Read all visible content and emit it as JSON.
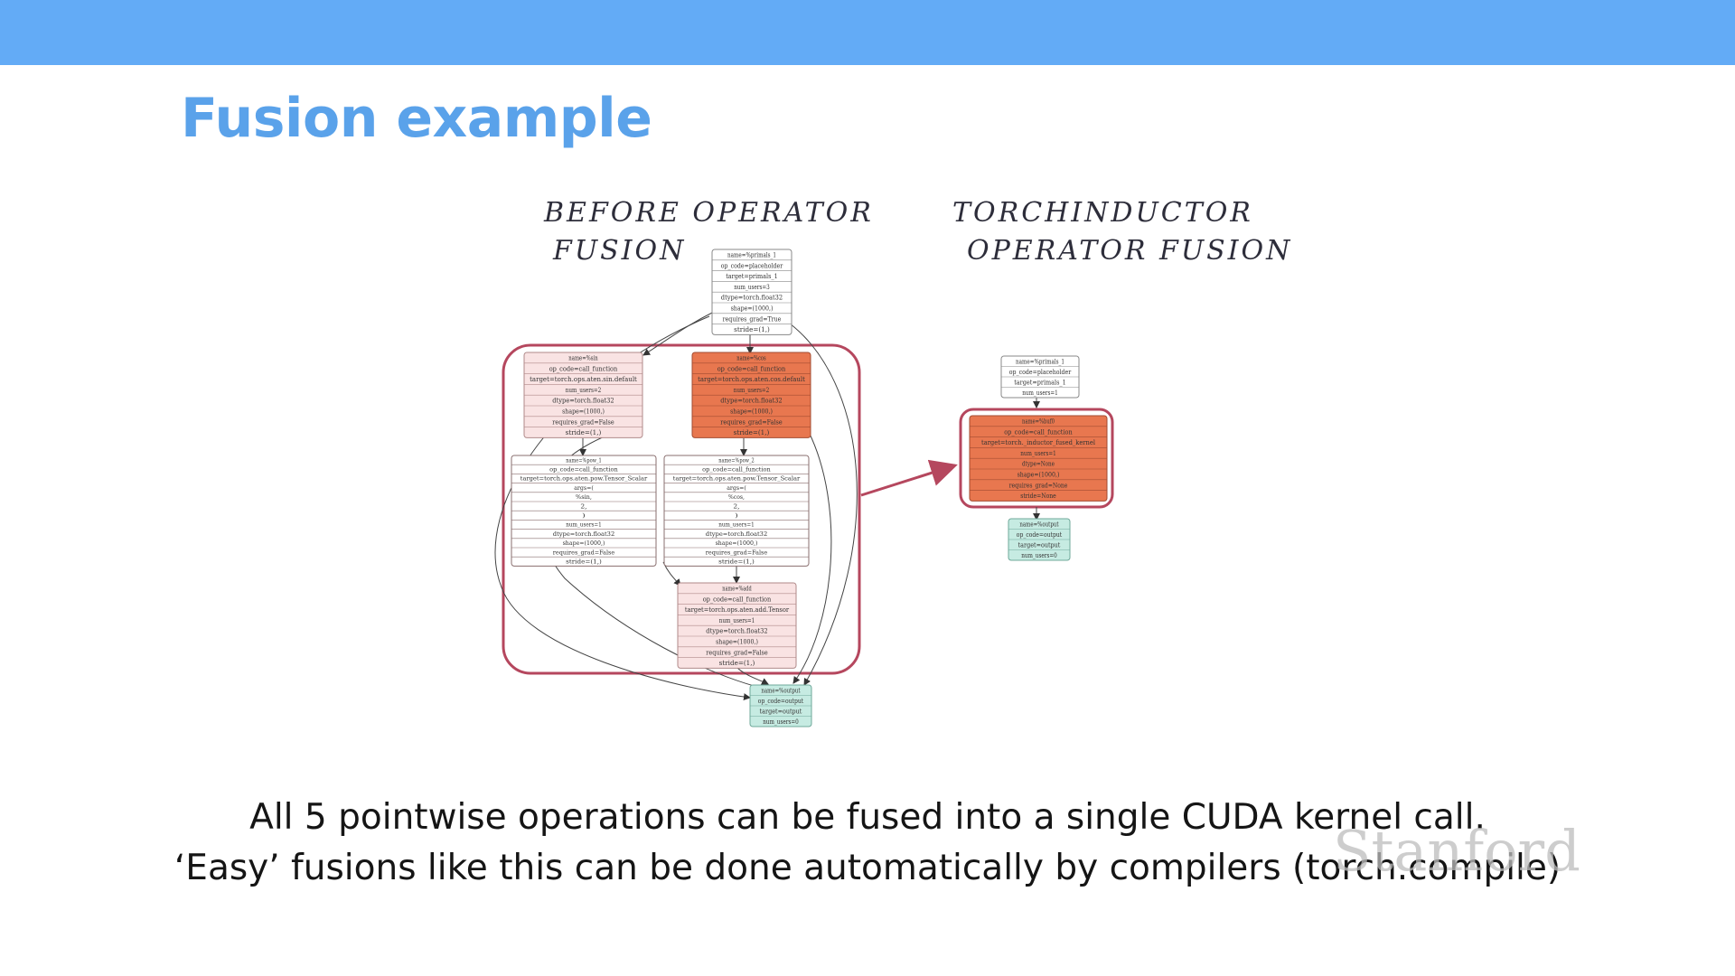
{
  "slide": {
    "title": "Fusion example",
    "label_before_line1": "BEFORE OPERATOR",
    "label_before_line2": "FUSION",
    "label_after_line1": "TORCHINDUCTOR",
    "label_after_line2": "OPERATOR FUSION",
    "caption_line1": "All 5 pointwise operations can be fused into a single CUDA kernel call.",
    "caption_line2": "‘Easy’ fusions like this can be done automatically by compilers (torch.compile)",
    "watermark": "Stanford"
  },
  "colors": {
    "header_bar": "#63abf6",
    "title": "#5aa2ea",
    "fusion_border": "#b5475e",
    "op_light": "#f9e3e3",
    "op_highlight": "#e8774f",
    "output_node": "#c6ebe2"
  },
  "nodes": {
    "input_before": [
      "name=%primals_1",
      "op_code=placeholder",
      "target=primals_1",
      "num_users=3",
      "dtype=torch.float32",
      "shape=(1000,)",
      "requires_grad=True",
      "stride=(1,)"
    ],
    "sin": [
      "name=%sin",
      "op_code=call_function",
      "target=torch.ops.aten.sin.default",
      "num_users=2",
      "dtype=torch.float32",
      "shape=(1000,)",
      "requires_grad=False",
      "stride=(1,)"
    ],
    "cos": [
      "name=%cos",
      "op_code=call_function",
      "target=torch.ops.aten.cos.default",
      "num_users=2",
      "dtype=torch.float32",
      "shape=(1000,)",
      "requires_grad=False",
      "stride=(1,)"
    ],
    "pow_1": [
      "name=%pow_1",
      "op_code=call_function",
      "target=torch.ops.aten.pow.Tensor_Scalar",
      "args=(",
      "%sin,",
      "2,",
      ")",
      "num_users=1",
      "dtype=torch.float32",
      "shape=(1000,)",
      "requires_grad=False",
      "stride=(1,)"
    ],
    "pow_2": [
      "name=%pow_2",
      "op_code=call_function",
      "target=torch.ops.aten.pow.Tensor_Scalar",
      "args=(",
      "%cos,",
      "2,",
      ")",
      "num_users=1",
      "dtype=torch.float32",
      "shape=(1000,)",
      "requires_grad=False",
      "stride=(1,)"
    ],
    "add": [
      "name=%add",
      "op_code=call_function",
      "target=torch.ops.aten.add.Tensor",
      "num_users=1",
      "dtype=torch.float32",
      "shape=(1000,)",
      "requires_grad=False",
      "stride=(1,)"
    ],
    "output_before": [
      "name=%output",
      "op_code=output",
      "target=output",
      "num_users=0"
    ],
    "input_after": [
      "name=%primals_1",
      "op_code=placeholder",
      "target=primals_1",
      "num_users=1"
    ],
    "fused": [
      "name=%buf0",
      "op_code=call_function",
      "target=torch._inductor_fused_kernel",
      "num_users=1",
      "dtype=None",
      "shape=(1000,)",
      "requires_grad=None",
      "stride=None"
    ],
    "output_after": [
      "name=%output",
      "op_code=output",
      "target=output",
      "num_users=0"
    ]
  }
}
